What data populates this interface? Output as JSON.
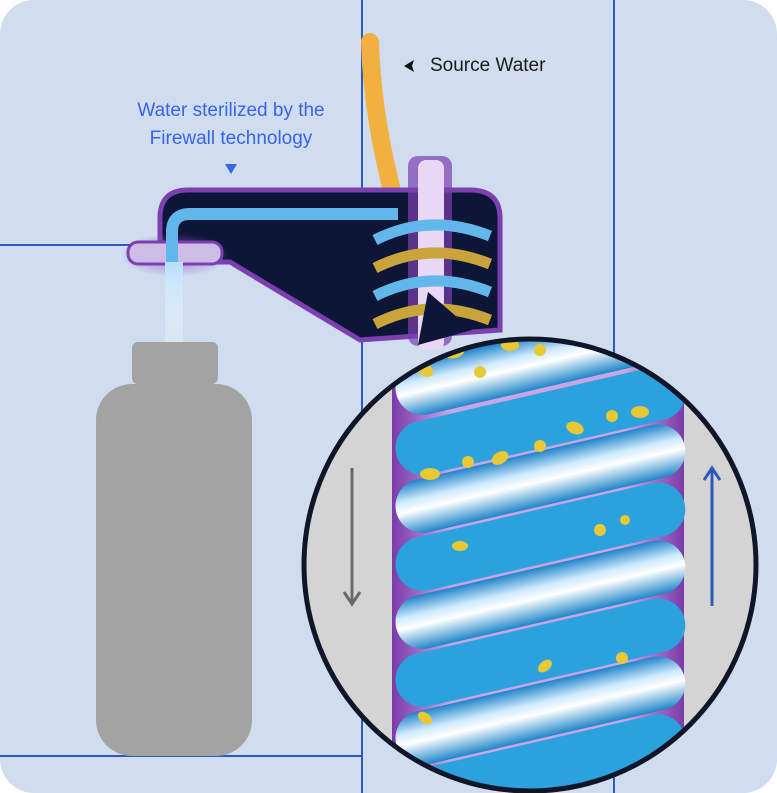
{
  "labels": {
    "source_water": "Source Water",
    "sterilized_line1": "Water sterilized by the",
    "sterilized_line2": "Firewall technology"
  },
  "colors": {
    "background": "#d0ddef",
    "wall_lines": "#2d59b8",
    "source_pipe": "#f2b040",
    "clean_pipe": "#62b7ea",
    "uv_glow": "#7b3fb0",
    "dispenser_body": "#0e1638",
    "bottle": "#a3a3a3",
    "bacteria": "#e8c935",
    "coil_water": "#2ba2de",
    "sterilized_label": "#3a63e8"
  },
  "icons": {
    "source_pointer": "arrow-left-icon",
    "sterilized_pointer": "arrow-down-icon",
    "flow_down": "long-arrow-down-icon",
    "flow_up": "long-arrow-up-icon"
  }
}
